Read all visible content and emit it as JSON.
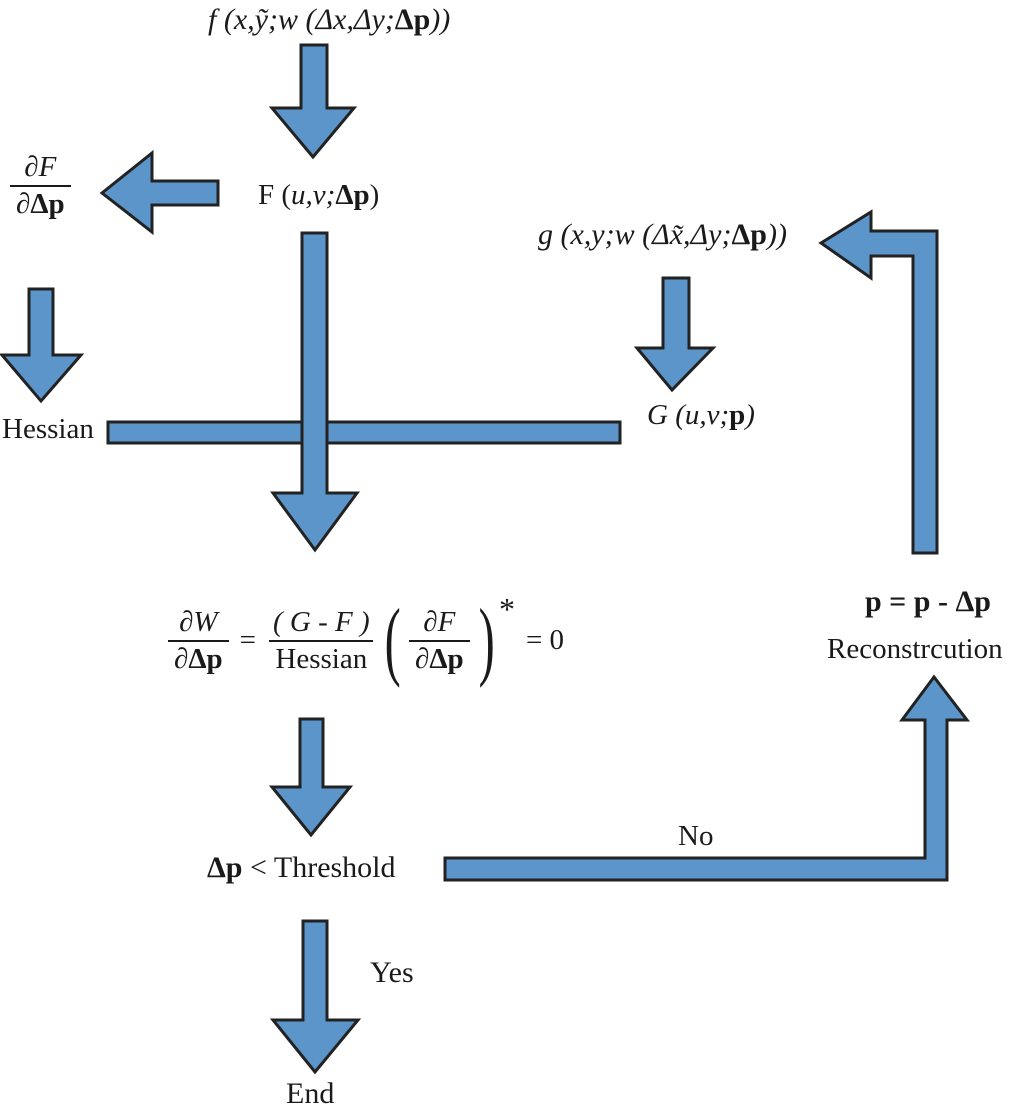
{
  "theme": {
    "arrow_fill": "#5b95ca",
    "arrow_stroke": "#222222",
    "background": "#ffffff",
    "text_color": "#1a1a1a"
  },
  "labels": {
    "f_input": {
      "pre": "f (x,ỹ;w (Δx,Δy;",
      "dp": "Δp",
      "post": "))"
    },
    "F_node": {
      "pre": "F (",
      "vars": "u,v;",
      "dp": "Δp",
      "post": ")"
    },
    "dF_frac": {
      "num": "∂F",
      "den_pre": "∂",
      "den_dp": "Δp"
    },
    "hessian": "Hessian",
    "g_input": {
      "pre": "g (x,y;w (Δx̃,Δy;",
      "dp": "Δp",
      "post": "))"
    },
    "G_node": {
      "pre": "G (u,v;",
      "p": "p",
      "post": ")"
    },
    "formula": {
      "lhs_num": "∂W",
      "lhs_den_pre": "∂",
      "lhs_den_dp": "Δp",
      "eq": "=",
      "mid_num": "( G - F )",
      "mid_den": "Hessian",
      "lparen": "(",
      "inner_num": "∂F",
      "inner_den_pre": "∂",
      "inner_den_dp": "Δp",
      "rparen": ")",
      "star": "*",
      "eq_zero": "= 0"
    },
    "threshold": {
      "dp": "Δp",
      "rest": " < Threshold"
    },
    "no": "No",
    "yes": "Yes",
    "end": "End",
    "p_update": "p = p - Δp",
    "reconstruction": "Reconstrcution"
  },
  "flow": [
    {
      "from": "f (x,ỹ;w (Δx,Δy;Δp))",
      "to": "F (u,v;Δp)",
      "label": ""
    },
    {
      "from": "F (u,v;Δp)",
      "to": "∂F/∂Δp",
      "label": ""
    },
    {
      "from": "∂F/∂Δp",
      "to": "Hessian",
      "label": ""
    },
    {
      "from": "g (x,y;w (Δx̃,Δy;Δp))",
      "to": "G (u,v;p)",
      "label": ""
    },
    {
      "from": "Hessian / F / G",
      "to": "∂W/∂Δp = (G - F)/Hessian (∂F/∂Δp)* = 0",
      "label": ""
    },
    {
      "from": "∂W/∂Δp = (G - F)/Hessian (∂F/∂Δp)* = 0",
      "to": "Δp < Threshold",
      "label": ""
    },
    {
      "from": "Δp < Threshold",
      "to": "Reconstrcution / p = p - Δp",
      "label": "No"
    },
    {
      "from": "Reconstrcution / p = p - Δp",
      "to": "g (x,y;w (Δx̃,Δy;Δp))",
      "label": ""
    },
    {
      "from": "Δp < Threshold",
      "to": "End",
      "label": "Yes"
    }
  ]
}
